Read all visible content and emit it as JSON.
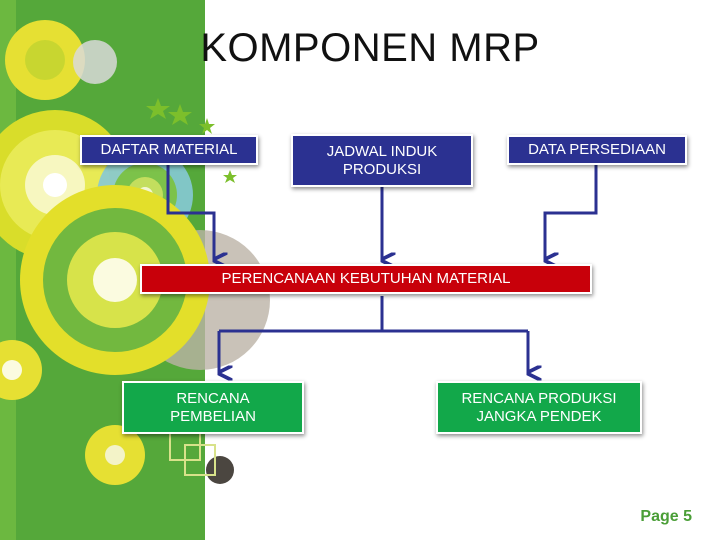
{
  "slide": {
    "title": "KOMPONEN MRP",
    "page_label": "Page 5"
  },
  "inputs": {
    "daftar_material": "DAFTAR MATERIAL",
    "jadwal_induk_line1": "JADWAL INDUK",
    "jadwal_induk_line2": "PRODUKSI",
    "data_persediaan": "DATA PERSEDIAAN"
  },
  "process": {
    "label": "PERENCANAAN KEBUTUHAN MATERIAL"
  },
  "outputs": {
    "rencana_pembelian_line1": "RENCANA",
    "rencana_pembelian_line2": "PEMBELIAN",
    "rencana_produksi_line1": "RENCANA PRODUKSI",
    "rencana_produksi_line2": "JANGKA PENDEK"
  },
  "colors": {
    "input_box": "#2b3191",
    "process_box": "#c8000a",
    "output_box": "#12a84a",
    "connector": "#2b3191",
    "page_label": "#4a9e37"
  }
}
